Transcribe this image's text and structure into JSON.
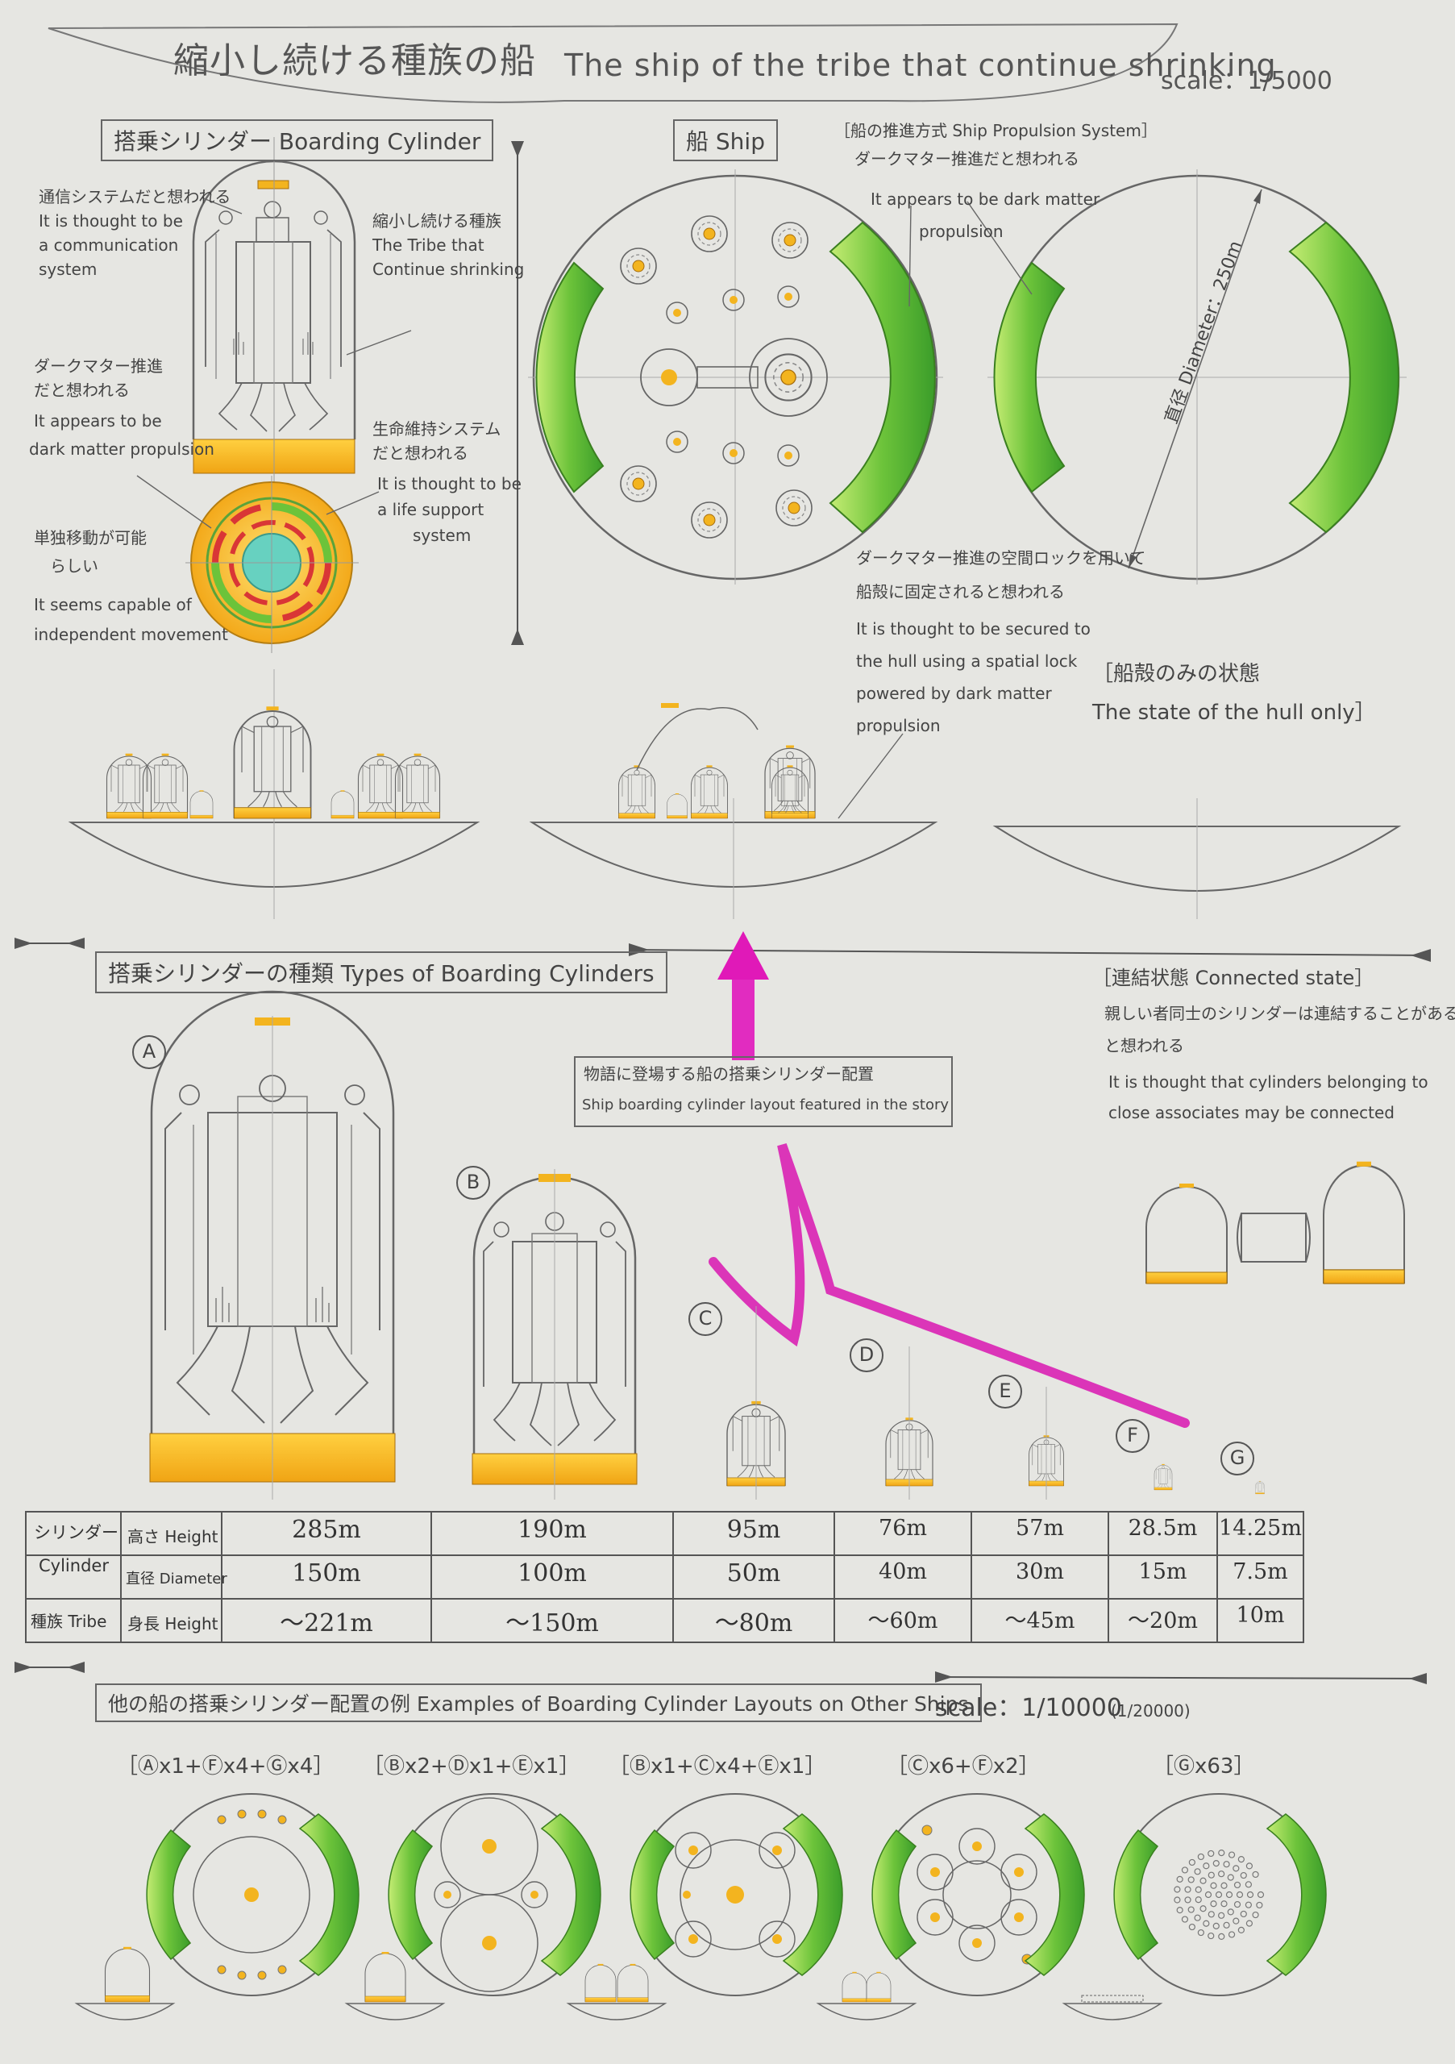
{
  "title": {
    "jp": "縮小し続ける種族の船",
    "en": "The ship of the tribe that continue shrinking",
    "scale": "scale：1/5000"
  },
  "section_cylinder": {
    "label": "搭乗シリンダー Boarding Cylinder",
    "note_comm_jp": "通信システムだと想われる",
    "note_comm_en": [
      "It is thought to be",
      "a communication",
      "system"
    ],
    "note_tribe_jp": "縮小し続ける種族",
    "note_tribe_en": [
      "The Tribe that",
      "Continue shrinking"
    ],
    "note_dark_jp": [
      "ダークマター推進",
      "だと想われる"
    ],
    "note_dark_en": [
      "It appears to be",
      "dark matter propulsion"
    ],
    "note_life_jp": [
      "生命維持システム",
      "だと想われる"
    ],
    "note_life_en": [
      "It is thought to be",
      "a life support",
      "system"
    ],
    "note_indep_jp": [
      "単独移動が可能",
      "らしい"
    ],
    "note_indep_en": [
      "It seems capable of",
      "independent movement"
    ]
  },
  "section_ship": {
    "label": "船 Ship",
    "propulsion_title": "［船の推進方式 Ship Propulsion System］",
    "propulsion_jp": "ダークマター推進だと想われる",
    "propulsion_en": [
      "It appears to be dark matter",
      "propulsion"
    ],
    "diameter_label": "直径 Diameter：250m",
    "lock_jp": [
      "ダークマター推進の空間ロックを用いて",
      "船殻に固定されると想われる"
    ],
    "lock_en": [
      "It is thought to be secured to",
      "the hull using a spatial lock",
      "powered by dark matter",
      "propulsion"
    ],
    "hull_only": [
      "［船殻のみの状態",
      "The state of the hull only］"
    ]
  },
  "section_types": {
    "label": "搭乗シリンダーの種類 Types of Boarding Cylinders",
    "story_jp": "物語に登場する船の搭乗シリンダー配置",
    "story_en": "Ship boarding cylinder layout featured in the story",
    "connected_title": "［連結状態 Connected state］",
    "connected_jp": [
      "親しい者同士のシリンダーは連結することがある",
      "と想われる"
    ],
    "connected_en": [
      "It is thought that cylinders belonging to",
      "close associates may be connected"
    ],
    "letters": [
      "A",
      "B",
      "C",
      "D",
      "E",
      "F",
      "G"
    ]
  },
  "table": {
    "row_group_1": [
      "シリンダー",
      "Cylinder"
    ],
    "row_group_2": "種族 Tribe",
    "rows": [
      {
        "label": "高さ Height",
        "values": [
          "285m",
          "190m",
          "95m",
          "76m",
          "57m",
          "28.5m",
          "14.25m"
        ]
      },
      {
        "label": "直径 Diameter",
        "values": [
          "150m",
          "100m",
          "50m",
          "40m",
          "30m",
          "15m",
          "7.5m"
        ]
      },
      {
        "label": "身長 Height",
        "values": [
          "～221m",
          "～150m",
          "～80m",
          "～60m",
          "～45m",
          "～20m",
          "10m"
        ]
      }
    ]
  },
  "section_examples": {
    "label": "他の船の搭乗シリンダー配置の例 Examples of Boarding Cylinder Layouts on Other Ships",
    "scale": "scale：1/10000",
    "scale_alt": "(1/20000)",
    "combos": [
      "［Ⓐx1+Ⓕx4+Ⓖx4］",
      "［Ⓑx2+Ⓓx1+Ⓔx1］",
      "［Ⓑx1+Ⓒx4+Ⓔx1］",
      "［Ⓒx6+Ⓕx2］",
      "［Ⓖx63］"
    ]
  },
  "colors": {
    "paper": "#e6e6e2",
    "pencil": "#555555",
    "yellow": "#f3b41f",
    "green": "#6cc33a",
    "red": "#d93636",
    "magenta": "#e019b8",
    "teal": "#4fc7b8"
  }
}
